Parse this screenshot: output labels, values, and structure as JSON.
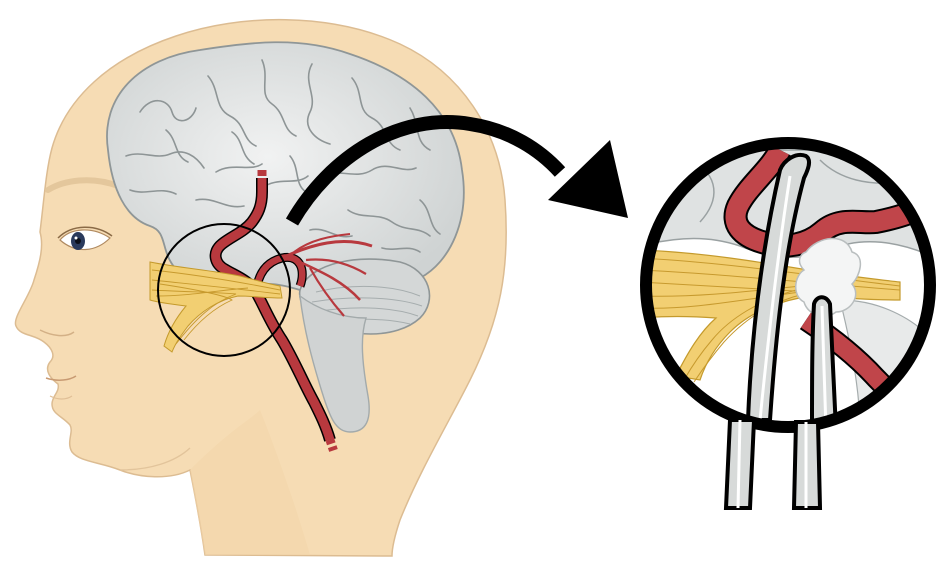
{
  "figure": {
    "labels": [],
    "colors": {
      "skin": "#f6dcb4",
      "skin_outline": "#d6b48a",
      "brain": "#d9dcdc",
      "brain_highlight": "#eceeee",
      "brain_lines": "#8e9596",
      "artery": "#b8393e",
      "nerve": "#f2cf72",
      "nerve_lines": "#c79a2e",
      "outline": "#000000",
      "spinal_cord": "#c8cbcb",
      "instrument": "#d7dad9"
    },
    "icons": [
      "head-profile",
      "brain",
      "artery",
      "facial-nerve-bundle",
      "magnified-inset",
      "forceps",
      "curved-arrow"
    ]
  }
}
